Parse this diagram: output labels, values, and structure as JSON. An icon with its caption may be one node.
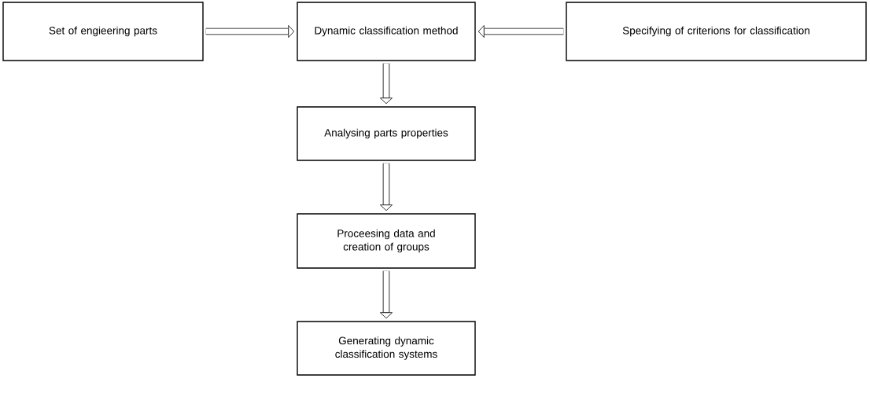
{
  "diagram": {
    "nodes": [
      {
        "text": [
          "Set of engieering parts"
        ]
      },
      {
        "text": [
          "Dynamic classification method"
        ]
      },
      {
        "text": [
          "Specifying  of criterions for classification"
        ]
      },
      {
        "text": [
          "Analysing parts properties"
        ]
      },
      {
        "text": [
          "Proceesing  data and creation of groups"
        ]
      },
      {
        "text": [
          "Generating dynamic classification systems"
        ]
      }
    ],
    "edges": [
      {
        "from": 0,
        "to": 1,
        "arrow": "to"
      },
      {
        "from": 2,
        "to": 1,
        "arrow": "to"
      },
      {
        "from": 1,
        "to": 3,
        "arrow": "to"
      },
      {
        "from": 3,
        "to": 4,
        "arrow": "to"
      },
      {
        "from": 4,
        "to": 5,
        "arrow": "to"
      }
    ]
  }
}
